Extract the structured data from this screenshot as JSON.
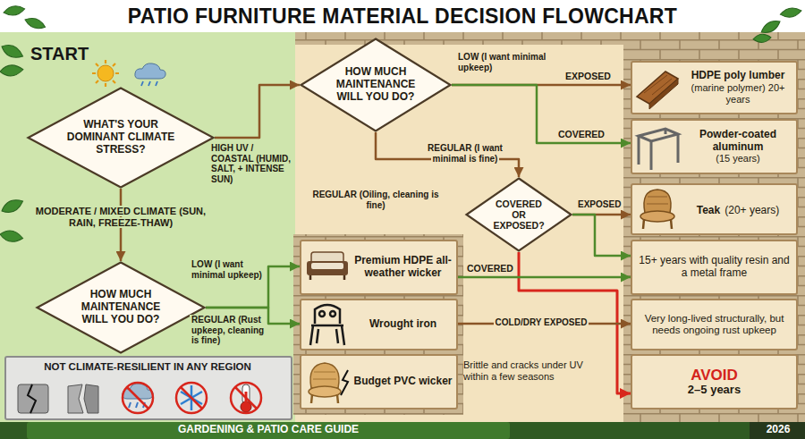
{
  "diagram": {
    "title": "PATIO FURNITURE MATERIAL DECISION FLOWCHART",
    "nodes": [
      {
        "text": [
          "START",
          "WHAT'S YOUR DOMINANT CLIMATE STRESS?"
        ]
      },
      {
        "text": [
          "HOW MUCH MAINTENANCE WILL YOU DO?"
        ]
      },
      {
        "text": [
          "HDPE poly lumber",
          "(marine polymer) 20+ years"
        ]
      },
      {
        "text": [
          "Powder-coated aluminum",
          "(15 years)"
        ]
      },
      {
        "text": [
          "COVERED OR EXPOSED?"
        ]
      },
      {
        "text": [
          "Teak",
          "(20+ years)"
        ]
      },
      {
        "text": [
          "15+ years with quality resin and a metal frame"
        ]
      },
      {
        "text": [
          "HOW MUCH MAINTENANCE WILL YOU DO?"
        ]
      },
      {
        "text": [
          "Premium HDPE all-weather wicker"
        ]
      },
      {
        "text": [
          "Wrought iron"
        ]
      },
      {
        "text": [
          "Very long-lived structurally, but needs ongoing rust upkeep"
        ]
      },
      {
        "text": [
          "Budget PVC wicker"
        ]
      },
      {
        "text": [
          "AVOID",
          "2–5 years"
        ]
      },
      {
        "text": [
          "NOT CLIMATE-RESILIENT IN ANY REGION"
        ]
      }
    ],
    "edges": [
      {
        "from": 0,
        "to": 1,
        "label": "HIGH UV / COASTAL (HUMID, SALT, + INTENSE SUN)",
        "arrow": "to"
      },
      {
        "from": 0,
        "to": 7,
        "label": "MODERATE / MIXED CLIMATE (SUN, RAIN, FREEZE-THAW)",
        "arrow": "to"
      },
      {
        "from": 1,
        "to": 2,
        "label": "EXPOSED",
        "arrow": "to"
      },
      {
        "from": 1,
        "to": 3,
        "label": "COVERED",
        "arrow": "to"
      },
      {
        "from": 1,
        "to": 4,
        "label": "REGULAR (I want minimal is fine)",
        "arrow": "to"
      },
      {
        "from": 4,
        "to": 5,
        "label": "EXPOSED",
        "arrow": "to"
      },
      {
        "from": 4,
        "to": 6,
        "arrow": "to"
      },
      {
        "from": 4,
        "to": 12,
        "arrow": "to"
      },
      {
        "from": 7,
        "to": 8,
        "label": "LOW (I want minimal upkeep)",
        "arrow": "to"
      },
      {
        "from": 7,
        "to": 9,
        "label": "REGULAR (Rust upkeep, cleaning is fine)",
        "arrow": "to"
      },
      {
        "from": 8,
        "to": 6,
        "label": "COVERED",
        "arrow": "to"
      },
      {
        "from": 9,
        "to": 10,
        "label": "COLD/DRY EXPOSED",
        "arrow": "to"
      }
    ],
    "labels": [
      "LOW (I want minimal upkeep)",
      "REGULAR (Oiling, cleaning is fine)",
      "Brittle and cracks under UV within a few seasons",
      "GARDENING & PATIO CARE GUIDE",
      "2026"
    ]
  }
}
